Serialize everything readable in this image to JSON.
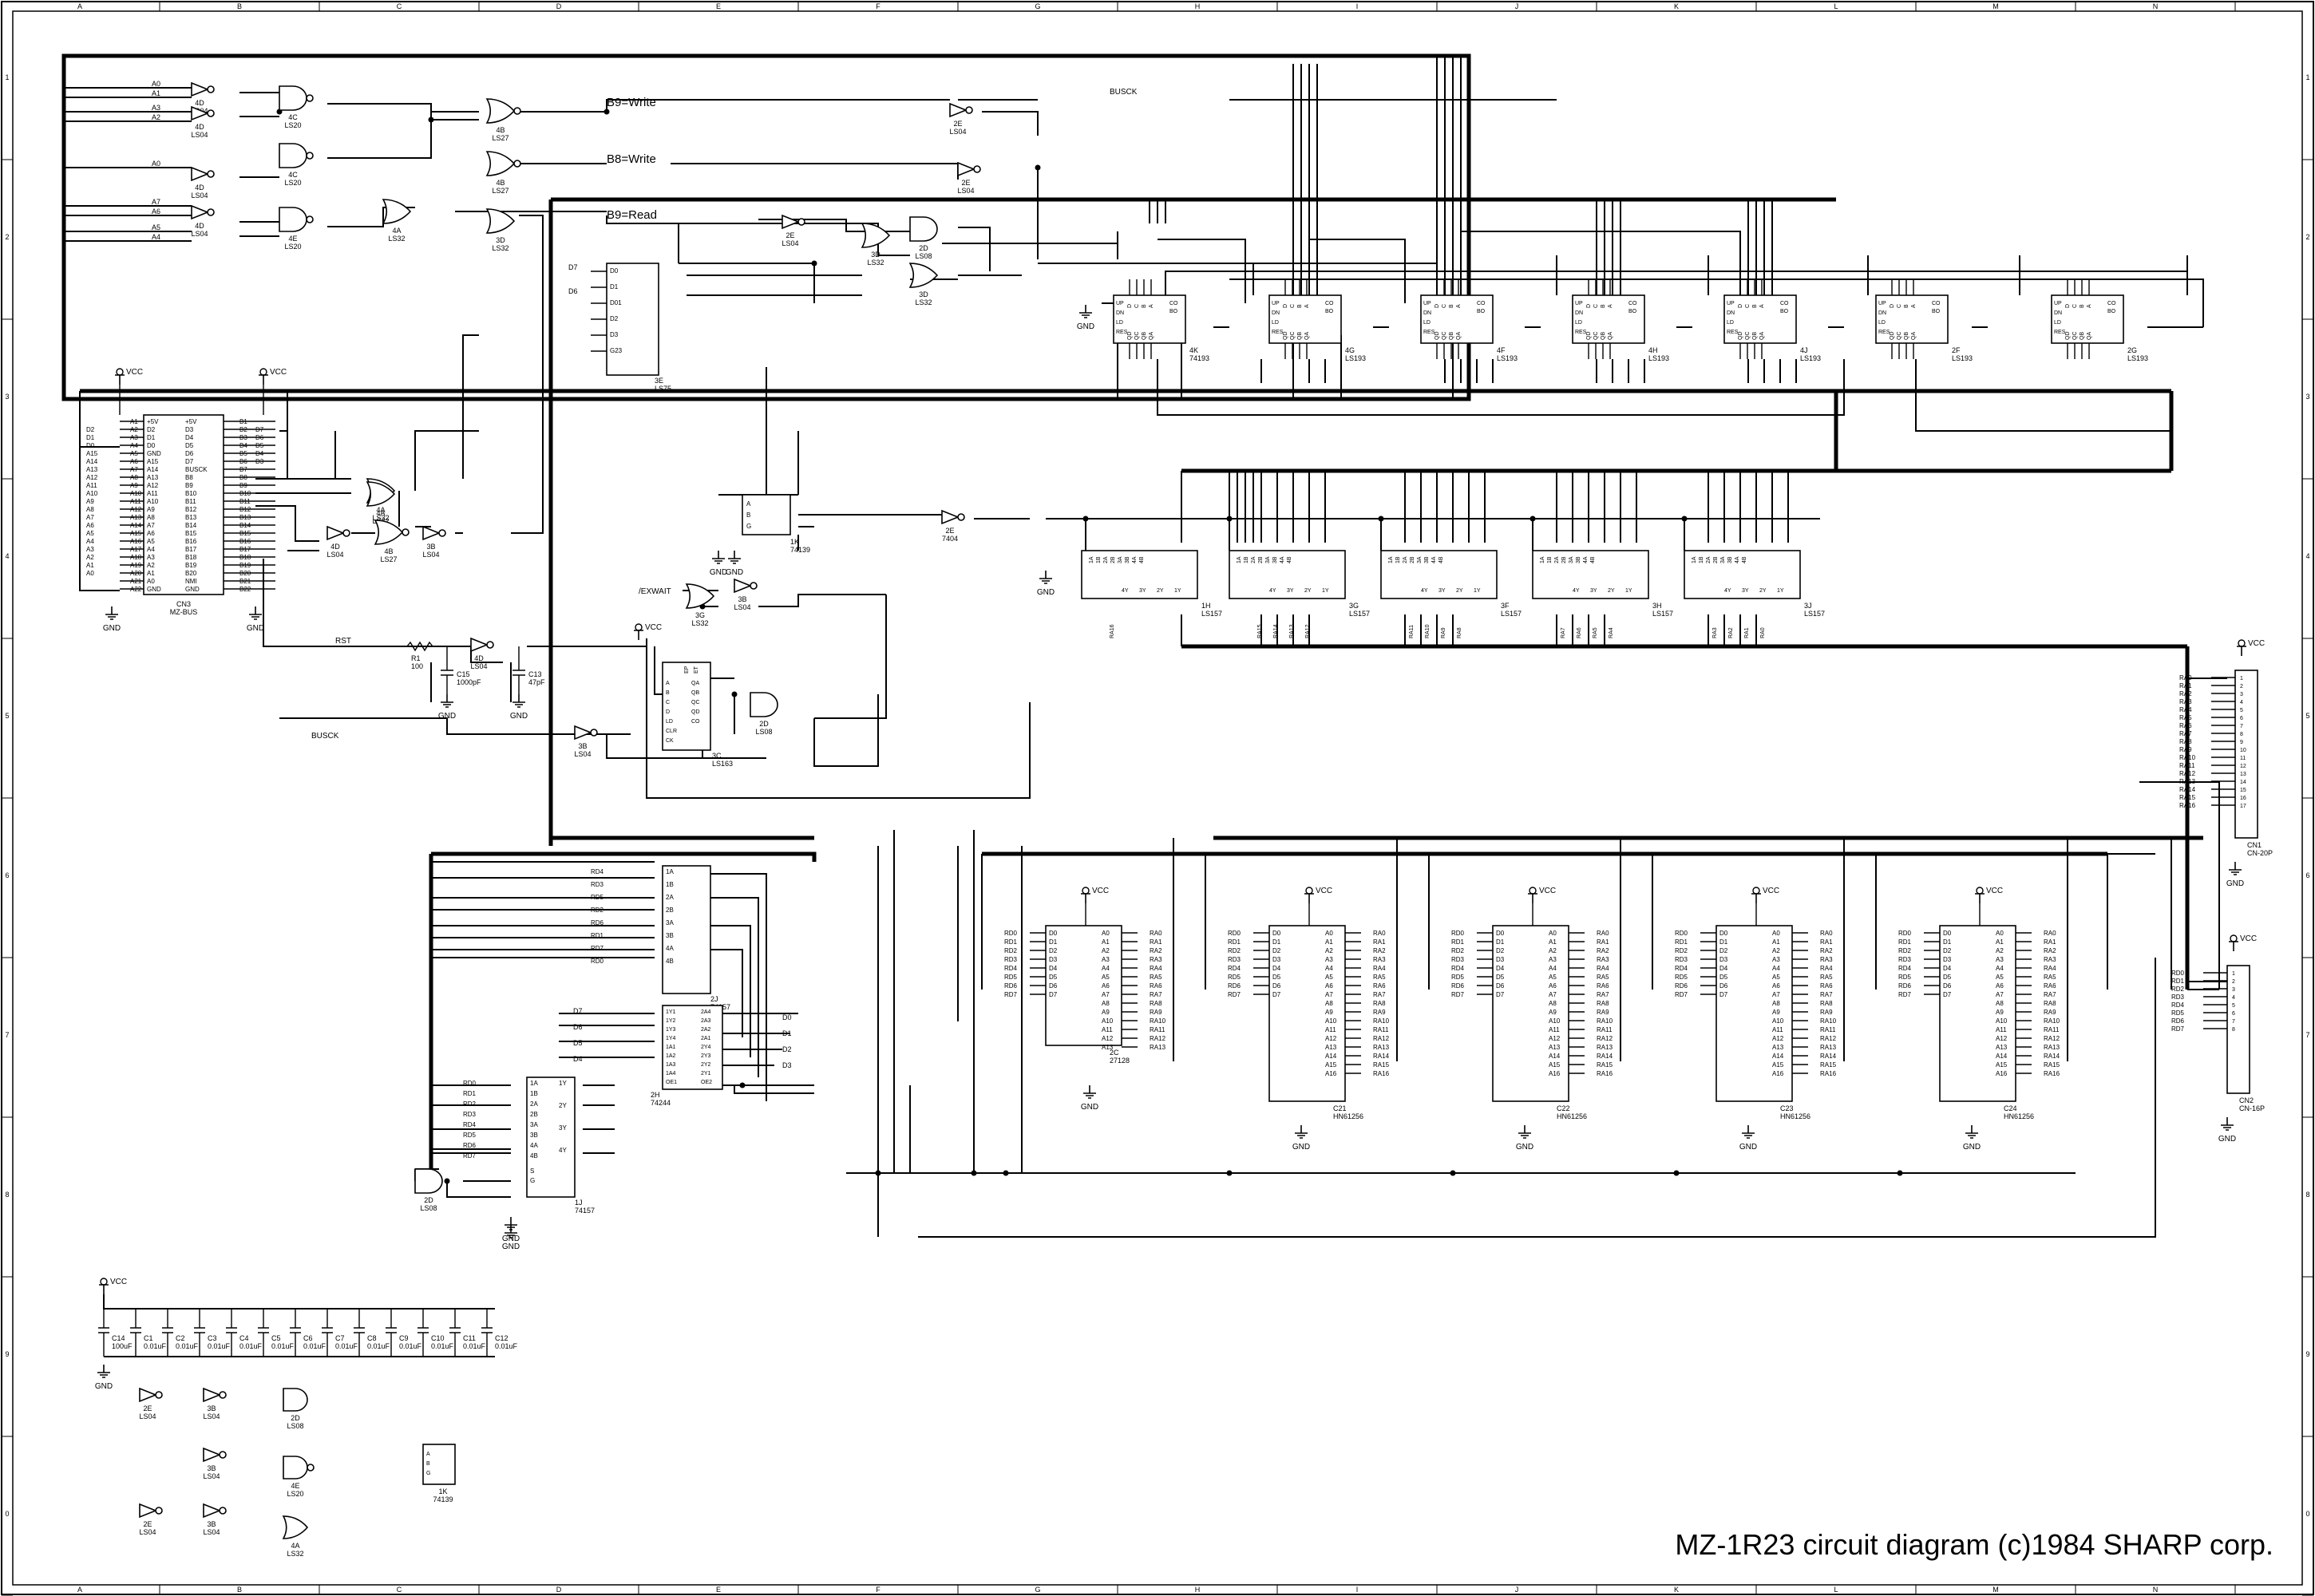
{
  "title": "MZ-1R23 circuit diagram (c)1984 SHARP corp.",
  "border": {
    "cols": [
      "A",
      "B",
      "C",
      "D",
      "E",
      "F",
      "G",
      "H",
      "I",
      "J",
      "K",
      "L",
      "M",
      "N"
    ],
    "rows": [
      "1",
      "2",
      "3",
      "4",
      "5",
      "6",
      "7",
      "8",
      "9",
      "0"
    ]
  },
  "notes": {
    "b9_write": "B9=Write",
    "b8_write": "B8=Write",
    "b9_read": "B9=Read"
  },
  "nets": {
    "busck": "BUSCK",
    "exwait": "/EXWAIT",
    "rst": "RST",
    "vcc": "VCC",
    "gnd": "GND"
  },
  "addr_inputs": [
    "A0",
    "A1",
    "A3",
    "A2",
    "A0",
    "A7",
    "A6",
    "A5",
    "A4"
  ],
  "cn3": {
    "ref": "CN3",
    "type": "MZ-BUS",
    "left_pins": [
      "A1",
      "A2",
      "A3",
      "A4",
      "A5",
      "A6",
      "A7",
      "A8",
      "A9",
      "A10",
      "A11",
      "A12",
      "A13",
      "A14",
      "A15",
      "A16",
      "A17",
      "A18",
      "A19",
      "A20",
      "A21",
      "A22"
    ],
    "left_names": [
      "+5V",
      "D2",
      "D1",
      "D0",
      "GND",
      "A15",
      "A14",
      "A13",
      "A12",
      "A11",
      "A10",
      "A9",
      "A8",
      "A7",
      "A6",
      "A5",
      "A4",
      "A3",
      "A2",
      "A1",
      "A0",
      "GND"
    ],
    "right_pins": [
      "B1",
      "B2",
      "B3",
      "B4",
      "B5",
      "B6",
      "B7",
      "B8",
      "B9",
      "B10",
      "B11",
      "B12",
      "B13",
      "B14",
      "B15",
      "B16",
      "B17",
      "B18",
      "B19",
      "B20",
      "B21",
      "B22"
    ],
    "right_names": [
      "+5V",
      "D3",
      "D4",
      "D5",
      "D6",
      "D7",
      "BUSCK",
      "B8",
      "B9",
      "B10",
      "B11",
      "B12",
      "B13",
      "B14",
      "B15",
      "B16",
      "B17",
      "B18",
      "B19",
      "B20",
      "NMI",
      "GND"
    ],
    "ext_left": [
      "D2",
      "D1",
      "D0",
      "A15",
      "A14",
      "A13",
      "A12",
      "A11",
      "A10",
      "A9",
      "A8",
      "A7",
      "A6",
      "A5",
      "A4",
      "A3",
      "A2",
      "A1",
      "A0"
    ],
    "ext_right": [
      "D7",
      "D6",
      "D5",
      "D4",
      "D3"
    ]
  },
  "gates": [
    {
      "ref": "4D",
      "type": "LS04"
    },
    {
      "ref": "4D",
      "type": "LS04"
    },
    {
      "ref": "4C",
      "type": "LS20"
    },
    {
      "ref": "4C",
      "type": "LS20"
    },
    {
      "ref": "4D",
      "type": "LS04"
    },
    {
      "ref": "4D",
      "type": "LS04"
    },
    {
      "ref": "4E",
      "type": "LS20"
    },
    {
      "ref": "4B",
      "type": "LS27"
    },
    {
      "ref": "4B",
      "type": "LS27"
    },
    {
      "ref": "4A",
      "type": "LS32"
    },
    {
      "ref": "3D",
      "type": "LS32"
    },
    {
      "ref": "2E",
      "type": "LS04"
    },
    {
      "ref": "2E",
      "type": "LS04"
    },
    {
      "ref": "4A",
      "type": "LS32"
    },
    {
      "ref": "2E",
      "type": "LS04"
    },
    {
      "ref": "3D",
      "type": "LS32"
    },
    {
      "ref": "2D",
      "type": "LS08"
    },
    {
      "ref": "3D",
      "type": "LS32"
    },
    {
      "ref": "4A",
      "type": "LS32"
    },
    {
      "ref": "4D",
      "type": "LS04"
    },
    {
      "ref": "4B",
      "type": "LS27"
    },
    {
      "ref": "3B",
      "type": "LS04"
    },
    {
      "ref": "2E",
      "type": "7404"
    },
    {
      "ref": "3G",
      "type": "LS32"
    },
    {
      "ref": "3B",
      "type": "LS04"
    },
    {
      "ref": "4D",
      "type": "LS04"
    },
    {
      "ref": "2D",
      "type": "LS08"
    },
    {
      "ref": "3B",
      "type": "LS04"
    },
    {
      "ref": "2D",
      "type": "LS08"
    }
  ],
  "counters": [
    {
      "ref": "4K",
      "type": "74193"
    },
    {
      "ref": "4G",
      "type": "LS193"
    },
    {
      "ref": "4F",
      "type": "LS193"
    },
    {
      "ref": "4H",
      "type": "LS193"
    },
    {
      "ref": "4J",
      "type": "LS193"
    },
    {
      "ref": "2F",
      "type": "LS193"
    },
    {
      "ref": "2G",
      "type": "LS193"
    }
  ],
  "counter_pins": {
    "left": [
      "UP",
      "DN",
      "LD",
      "RES"
    ],
    "right": [
      "CO",
      "BO"
    ],
    "top": [
      "D",
      "C",
      "B",
      "A"
    ],
    "bottom": [
      "QD",
      "QC",
      "QB",
      "QA"
    ]
  },
  "muxes": [
    {
      "ref": "1H",
      "type": "LS157",
      "outs": [
        "RA16"
      ]
    },
    {
      "ref": "3G",
      "type": "LS157",
      "outs": [
        "RA15",
        "RA14",
        "RA13",
        "RA12"
      ]
    },
    {
      "ref": "3F",
      "type": "LS157",
      "outs": [
        "RA11",
        "RA10",
        "RA9",
        "RA8"
      ]
    },
    {
      "ref": "3H",
      "type": "LS157",
      "outs": [
        "RA7",
        "RA6",
        "RA5",
        "RA4"
      ]
    },
    {
      "ref": "3J",
      "type": "LS157",
      "outs": [
        "RA3",
        "RA2",
        "RA1",
        "RA0"
      ]
    }
  ],
  "mux_pins": [
    "1A",
    "1B",
    "2A",
    "2B",
    "3A",
    "3B",
    "4A",
    "4B",
    "4Y",
    "3Y",
    "2Y",
    "1Y"
  ],
  "latch": {
    "ref": "3E",
    "type": "LS75",
    "inputs": [
      "D0",
      "D1",
      "D01",
      "D2",
      "D3",
      "G23"
    ]
  },
  "data_lines": [
    "D7",
    "D6"
  ],
  "decoder": {
    "ref": "1K",
    "type": "74139",
    "pins": [
      "A",
      "B",
      "G"
    ]
  },
  "counter163": {
    "ref": "3C",
    "type": "LS163",
    "pins": [
      "A",
      "B",
      "C",
      "D",
      "LD",
      "CLR",
      "CK",
      "EP",
      "ET",
      "QA",
      "QB",
      "QC",
      "QD",
      "CO"
    ]
  },
  "passives": [
    {
      "ref": "R1",
      "value": "100"
    },
    {
      "ref": "C15",
      "value": "1000pF"
    },
    {
      "ref": "C13",
      "value": "47pF"
    }
  ],
  "mux_read": {
    "ref": "1J",
    "type": "74157",
    "inputs": [
      "RD0",
      "RD1",
      "RD2",
      "RD3",
      "RD4",
      "RD5",
      "RD6",
      "RD7"
    ],
    "pins": [
      "1A",
      "1B",
      "2A",
      "2B",
      "3A",
      "3B",
      "4A",
      "4B",
      "1Y",
      "2Y",
      "3Y",
      "4Y",
      "S",
      "G"
    ]
  },
  "mux_read2": {
    "ref": "2J",
    "type": "74157",
    "inputs": [
      "RD4",
      "RD3",
      "RD5",
      "RD2",
      "RD6",
      "RD1",
      "RD7",
      "RD0"
    ]
  },
  "buffer": {
    "ref": "2H",
    "type": "74244",
    "d_in": [
      "D7",
      "D6",
      "D5",
      "D4"
    ],
    "d_out": [
      "D0",
      "D1",
      "D2",
      "D3"
    ],
    "pins": [
      "1Y1",
      "2A4",
      "1Y2",
      "2A3",
      "1Y3",
      "2A2",
      "1Y4",
      "2A1",
      "1A1",
      "2Y4",
      "1A2",
      "2Y3",
      "1A3",
      "2Y2",
      "1A4",
      "2Y1",
      "OE1",
      "OE2"
    ]
  },
  "rom": {
    "ref": "2C",
    "type": "27128"
  },
  "rams": [
    {
      "ref": "C21",
      "type": "HN61256"
    },
    {
      "ref": "C22",
      "type": "HN61256"
    },
    {
      "ref": "C23",
      "type": "HN61256"
    },
    {
      "ref": "C24",
      "type": "HN61256"
    }
  ],
  "mem_data": [
    "RD0",
    "RD1",
    "RD2",
    "RD3",
    "RD4",
    "RD5",
    "RD6",
    "RD7"
  ],
  "mem_addr": [
    "RA0",
    "RA1",
    "RA2",
    "RA3",
    "RA4",
    "RA5",
    "RA6",
    "RA7",
    "RA8",
    "RA9",
    "RA10",
    "RA11",
    "RA12",
    "RA13",
    "RA14",
    "RA15",
    "RA16"
  ],
  "mem_pins_left": [
    "D0",
    "D1",
    "D2",
    "D3",
    "D4",
    "D5",
    "D6",
    "D7"
  ],
  "mem_pins_right": [
    "A0",
    "A1",
    "A2",
    "A3",
    "A4",
    "A5",
    "A6",
    "A7",
    "A8",
    "A9",
    "A10",
    "A11",
    "A12",
    "A13",
    "A14",
    "A15",
    "A16"
  ],
  "cn1": {
    "ref": "CN1",
    "type": "CN-20P",
    "nets": [
      "RA0",
      "RA1",
      "RA2",
      "RA3",
      "RA4",
      "RA5",
      "RA6",
      "RA7",
      "RA8",
      "RA9",
      "RA10",
      "RA11",
      "RA12",
      "RA13",
      "RA14",
      "RA15",
      "RA16"
    ]
  },
  "cn2": {
    "ref": "CN2",
    "type": "CN-16P",
    "nets": [
      "RD0",
      "RD1",
      "RD2",
      "RD3",
      "RD4",
      "RD5",
      "RD6",
      "RD7"
    ]
  },
  "decoupling": [
    {
      "ref": "C14",
      "value": "100uF"
    },
    {
      "ref": "C1",
      "value": "0.01uF"
    },
    {
      "ref": "C2",
      "value": "0.01uF"
    },
    {
      "ref": "C3",
      "value": "0.01uF"
    },
    {
      "ref": "C4",
      "value": "0.01uF"
    },
    {
      "ref": "C5",
      "value": "0.01uF"
    },
    {
      "ref": "C6",
      "value": "0.01uF"
    },
    {
      "ref": "C7",
      "value": "0.01uF"
    },
    {
      "ref": "C8",
      "value": "0.01uF"
    },
    {
      "ref": "C9",
      "value": "0.01uF"
    },
    {
      "ref": "C10",
      "value": "0.01uF"
    },
    {
      "ref": "C11",
      "value": "0.01uF"
    },
    {
      "ref": "C12",
      "value": "0.01uF"
    }
  ],
  "spare": [
    {
      "ref": "2E",
      "type": "LS04"
    },
    {
      "ref": "3B",
      "type": "LS04"
    },
    {
      "ref": "2D",
      "type": "LS08"
    },
    {
      "ref": "3B",
      "type": "LS04"
    },
    {
      "ref": "4E",
      "type": "LS20"
    },
    {
      "ref": "2E",
      "type": "LS04"
    },
    {
      "ref": "3B",
      "type": "LS04"
    },
    {
      "ref": "4A",
      "type": "LS32"
    },
    {
      "ref": "1K",
      "type": "74139"
    }
  ]
}
